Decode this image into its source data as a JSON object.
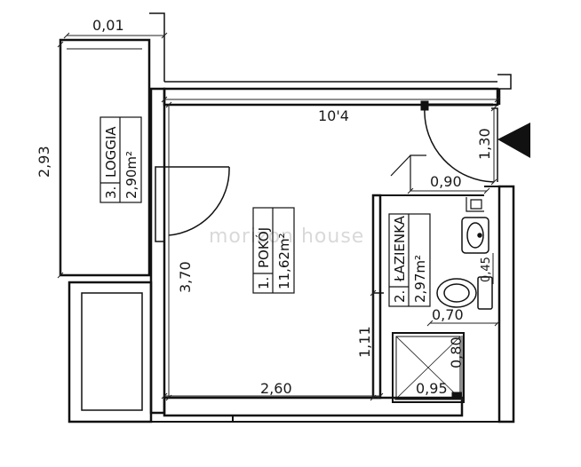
{
  "dimensions": {
    "top_small": "0,01",
    "loggia_height": "2,93",
    "room_width_top": "10'4",
    "door_right": "1,30",
    "door_width": "0,90",
    "room_height": "3,70",
    "wall_stub": "1,11",
    "room_width_bottom": "2,60",
    "wc_width": "0,70",
    "shower_depth": "0,80",
    "shower_width": "0,95",
    "sink_side": "0,45"
  },
  "rooms": [
    {
      "number": "1.",
      "name": "POKÓJ",
      "area": "11,62m²"
    },
    {
      "number": "2.",
      "name": "ŁAZIENKA",
      "area": "2,97m²"
    },
    {
      "number": "3.",
      "name": "LOGGIA",
      "area": "2,90m²"
    }
  ],
  "watermark": "morizon house",
  "entrance_marker": "entrance-triangle-icon"
}
